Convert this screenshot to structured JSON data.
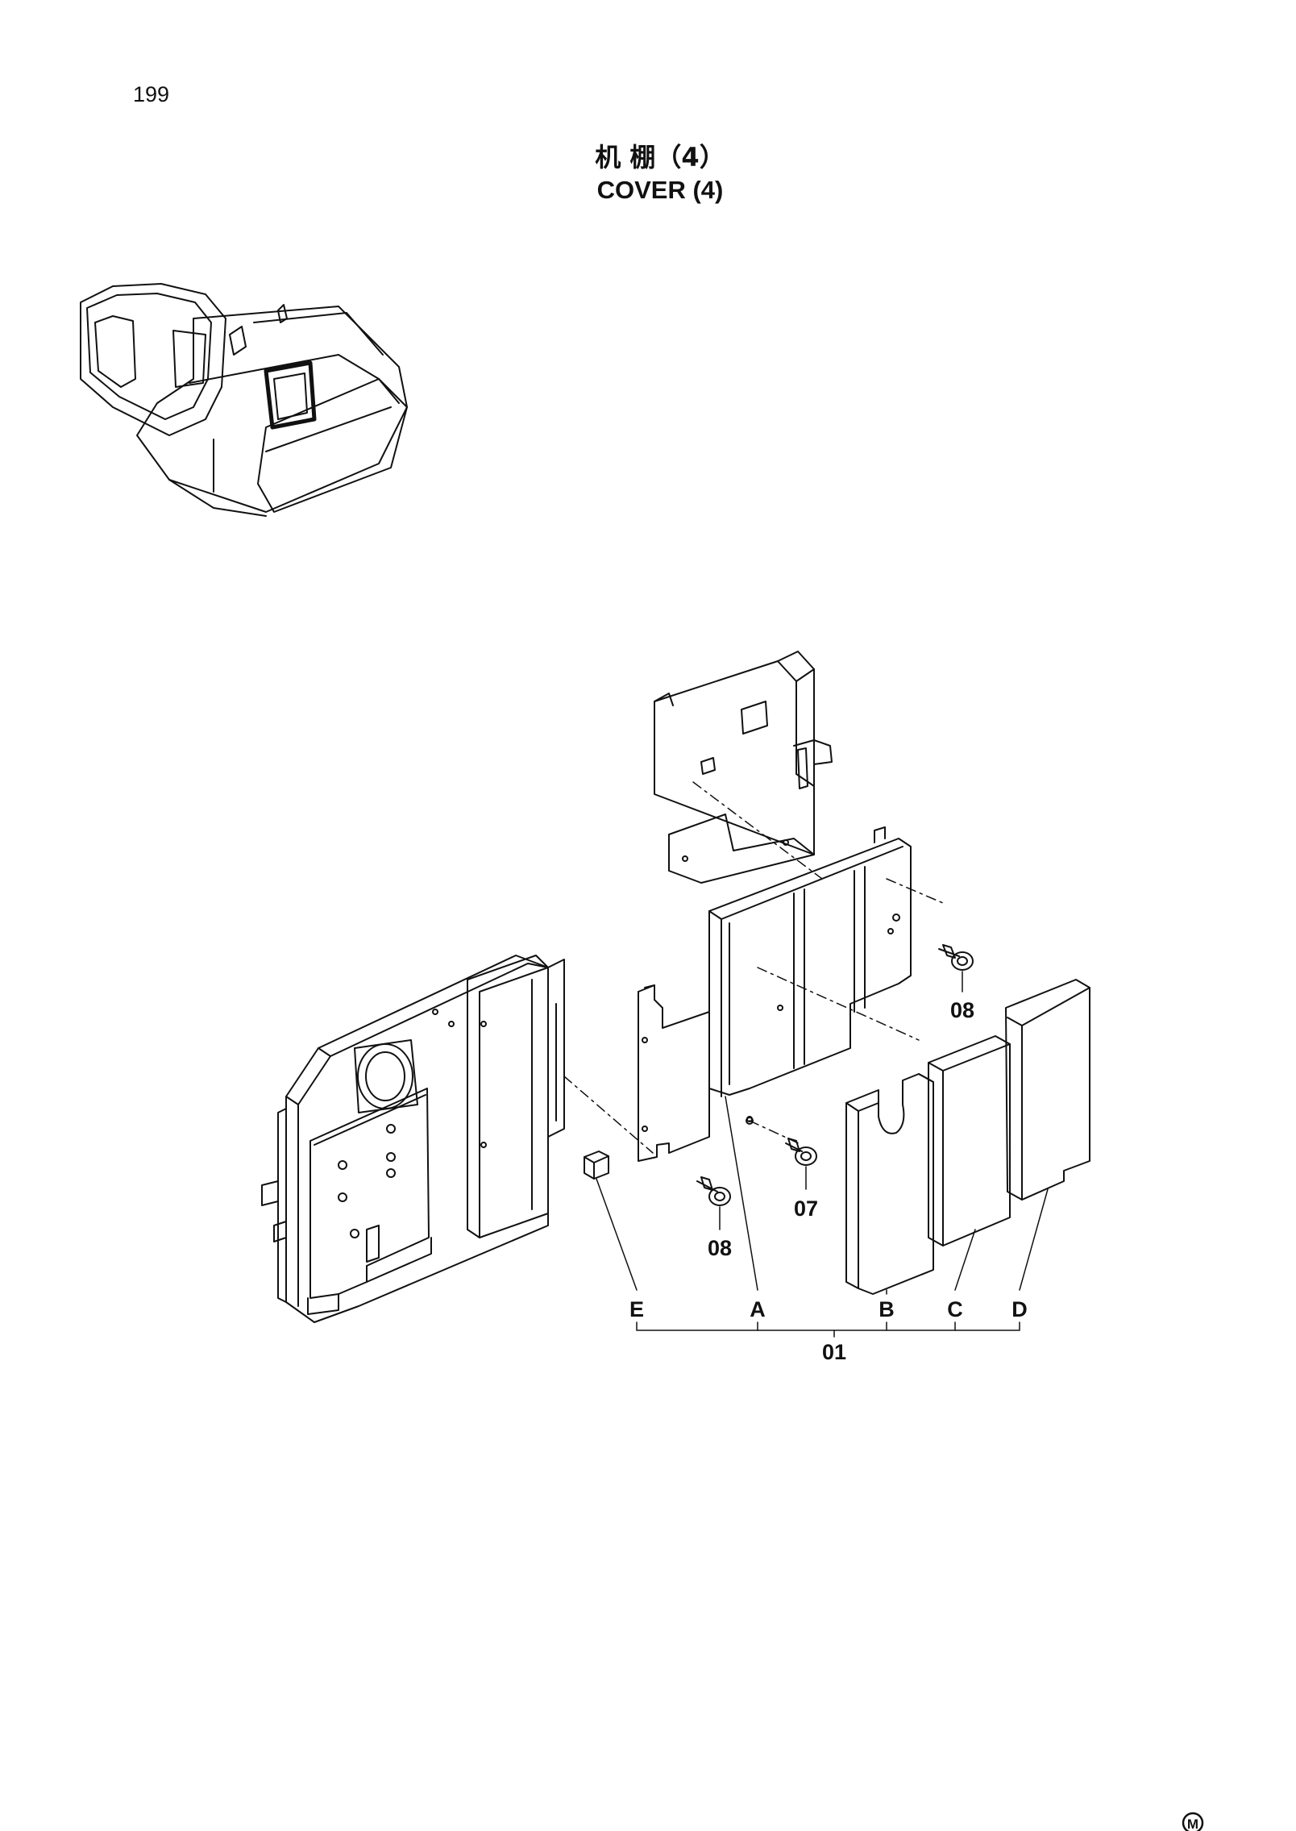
{
  "page": {
    "number": "199"
  },
  "title": {
    "cn": "机  棚（4）",
    "en": "COVER  (4)"
  },
  "callouts": {
    "bolt_upper": "08",
    "bolt_lower": "08",
    "bolt_mid": "07",
    "sub_e": "E",
    "sub_a": "A",
    "sub_b": "B",
    "sub_c": "C",
    "sub_d": "D",
    "assembly": "01"
  },
  "footer": {
    "mark": "M"
  },
  "icons": {
    "footer_mark": "circled-m-icon"
  }
}
